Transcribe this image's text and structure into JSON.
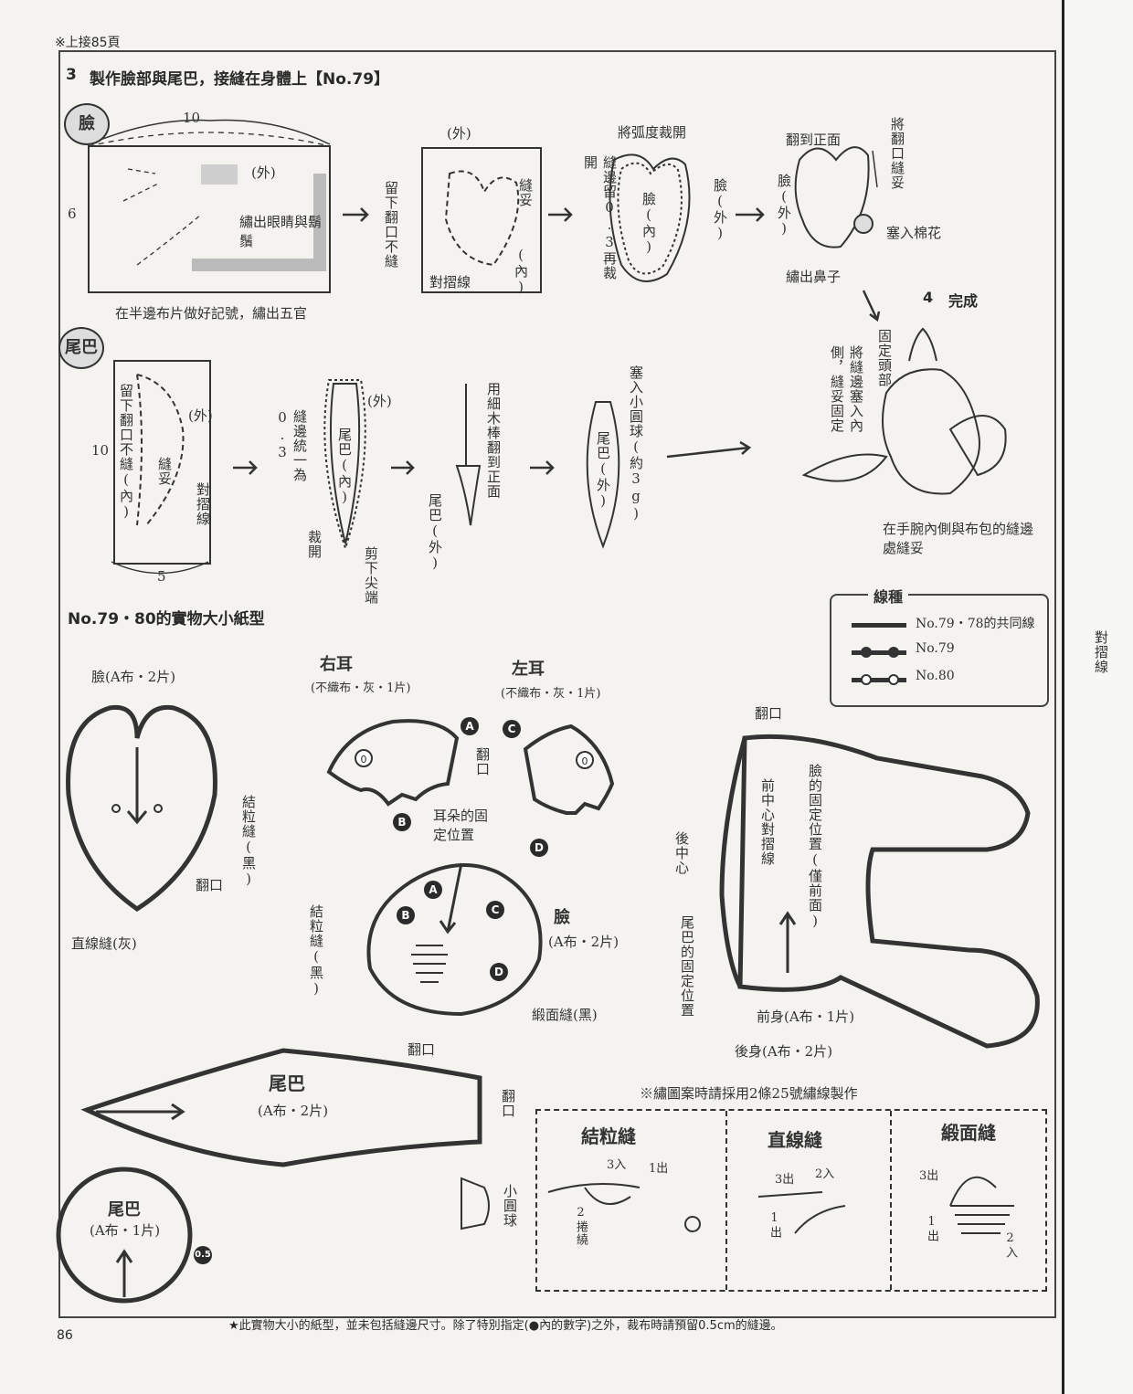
{
  "header_note": "※上接85頁",
  "step3": {
    "num": "3",
    "title": "製作臉部與尾巴，接縫在身體上【No.79】"
  },
  "step4": {
    "num": "4",
    "title": "完成"
  },
  "face_label": "臉",
  "tail_label": "尾巴",
  "face_steps": {
    "dim_w": "10",
    "dim_h": "6",
    "outside": "(外)",
    "embroider_eyes": "繡出眼睛與鬍鬚",
    "mark_features": "在半邊布片做好記號，繡出五官",
    "leave_opening": "留下翻口不縫",
    "sew": "縫妥",
    "inside": "(內)",
    "fold_line": "對摺線",
    "trim_allow": "縫邊留0.3再裁開",
    "cut_arc": "將弧度裁開",
    "face_in": "臉(內)",
    "face_out": "臉(外)",
    "turn_right": "翻到正面",
    "sew_opening": "將翻口縫妥",
    "stuff_cotton": "塞入棉花",
    "embroider_nose": "繡出鼻子"
  },
  "tail_steps": {
    "outside": "(外)",
    "dim_h": "10",
    "dim_w": "5",
    "leave_opening": "留下翻口不縫(內)",
    "sew": "縫妥",
    "fold_line": "對摺線",
    "trim": "縫邊統一為0.3",
    "tail_in": "尾巴(內)",
    "cut_open": "裁開",
    "cut_tip": "剪下尖端",
    "turn_stick": "用細木棒翻到正面",
    "tail_out": "尾巴(外)",
    "stuff_beads": "塞入小圓球(約3g)",
    "tail_out2": "尾巴(外)"
  },
  "finish": {
    "fix_head": "固定頭部",
    "tuck_sew": "將縫邊塞入內側，縫妥固定",
    "sew_note": "在手腕內側與布包的縫邊處縫妥"
  },
  "pattern": {
    "title": "No.79・80的實物大小紙型",
    "face": "臉(A布・2片)",
    "french_knot": "結粒縫(黑)",
    "opening": "翻口",
    "straight_stitch": "直線縫(灰)",
    "right_ear": "右耳",
    "right_ear_sub": "(不織布・灰・1片)",
    "left_ear": "左耳",
    "left_ear_sub": "(不織布・灰・1片)",
    "turn": "翻口",
    "ear_position": "耳朵的固定位置",
    "face2": "臉",
    "face2_sub": "(A布・2片)",
    "french_knot2": "結粒縫(黑)",
    "satin_stitch": "緞面縫(黑)",
    "opening2": "翻口",
    "tail_big": "尾巴",
    "tail_big_sub": "(A布・2片)",
    "tail_turn": "翻口",
    "tail_circle": "尾巴",
    "tail_circle_sub": "(A布・1片)",
    "tail_circle_num": "0.5",
    "small_bead": "小圓球",
    "body_opening": "翻口",
    "center_fold": "前中心對摺線",
    "face_fix": "臉的固定位置(僅前面)",
    "back_center": "後中心",
    "tail_fix": "尾巴的固定位置",
    "front_body": "前身(A布・1片)",
    "back_body": "後身(A布・2片)",
    "markers": [
      "A",
      "B",
      "C",
      "D"
    ],
    "ear_num": "0"
  },
  "legend": {
    "title": "線種",
    "items": [
      "No.79・78的共同線",
      "No.79",
      "No.80"
    ]
  },
  "stitch_note": "※繡圖案時請採用2條25號繡線製作",
  "stitches": [
    {
      "name": "結粒縫",
      "labels": [
        "3入",
        "1出",
        "2捲繞"
      ]
    },
    {
      "name": "直線縫",
      "labels": [
        "3出",
        "2入",
        "1出"
      ]
    },
    {
      "name": "緞面縫",
      "labels": [
        "3出",
        "1出",
        "2入"
      ]
    }
  ],
  "footer_note": "★此實物大小的紙型，並未包括縫邊尺寸。除了特別指定(●內的數字)之外，裁布時請預留0.5cm的縫邊。",
  "page_number": "86",
  "right_page_text": "對摺線"
}
